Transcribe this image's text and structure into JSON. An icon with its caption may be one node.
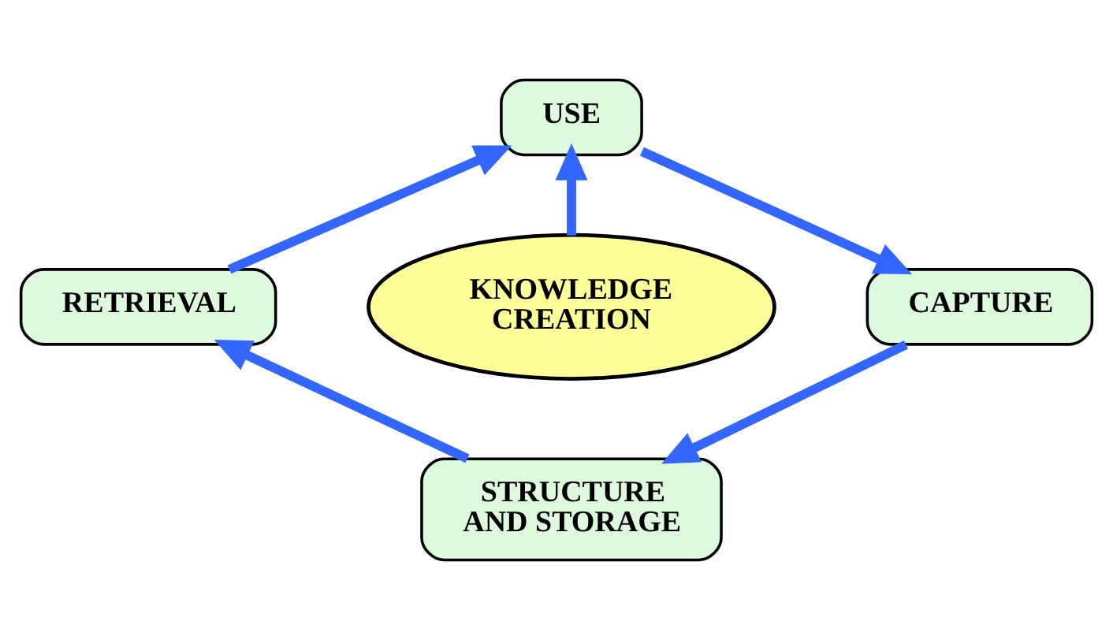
{
  "diagram": {
    "nodes": [
      {
        "text": [
          "USE"
        ]
      },
      {
        "text": [
          "RETRIEVAL"
        ]
      },
      {
        "text": [
          "KNOWLEDGE CREATION"
        ]
      },
      {
        "text": [
          "CAPTURE"
        ]
      },
      {
        "text": [
          "STRUCTURE AND STORAGE"
        ]
      }
    ],
    "edges": [
      {
        "from": 2,
        "to": 0,
        "arrow": "to"
      },
      {
        "from": 0,
        "to": 3,
        "arrow": "to"
      },
      {
        "from": 3,
        "to": 4,
        "arrow": "to"
      },
      {
        "from": 4,
        "to": 1,
        "arrow": "to"
      },
      {
        "from": 1,
        "to": 0,
        "arrow": "to"
      }
    ]
  }
}
